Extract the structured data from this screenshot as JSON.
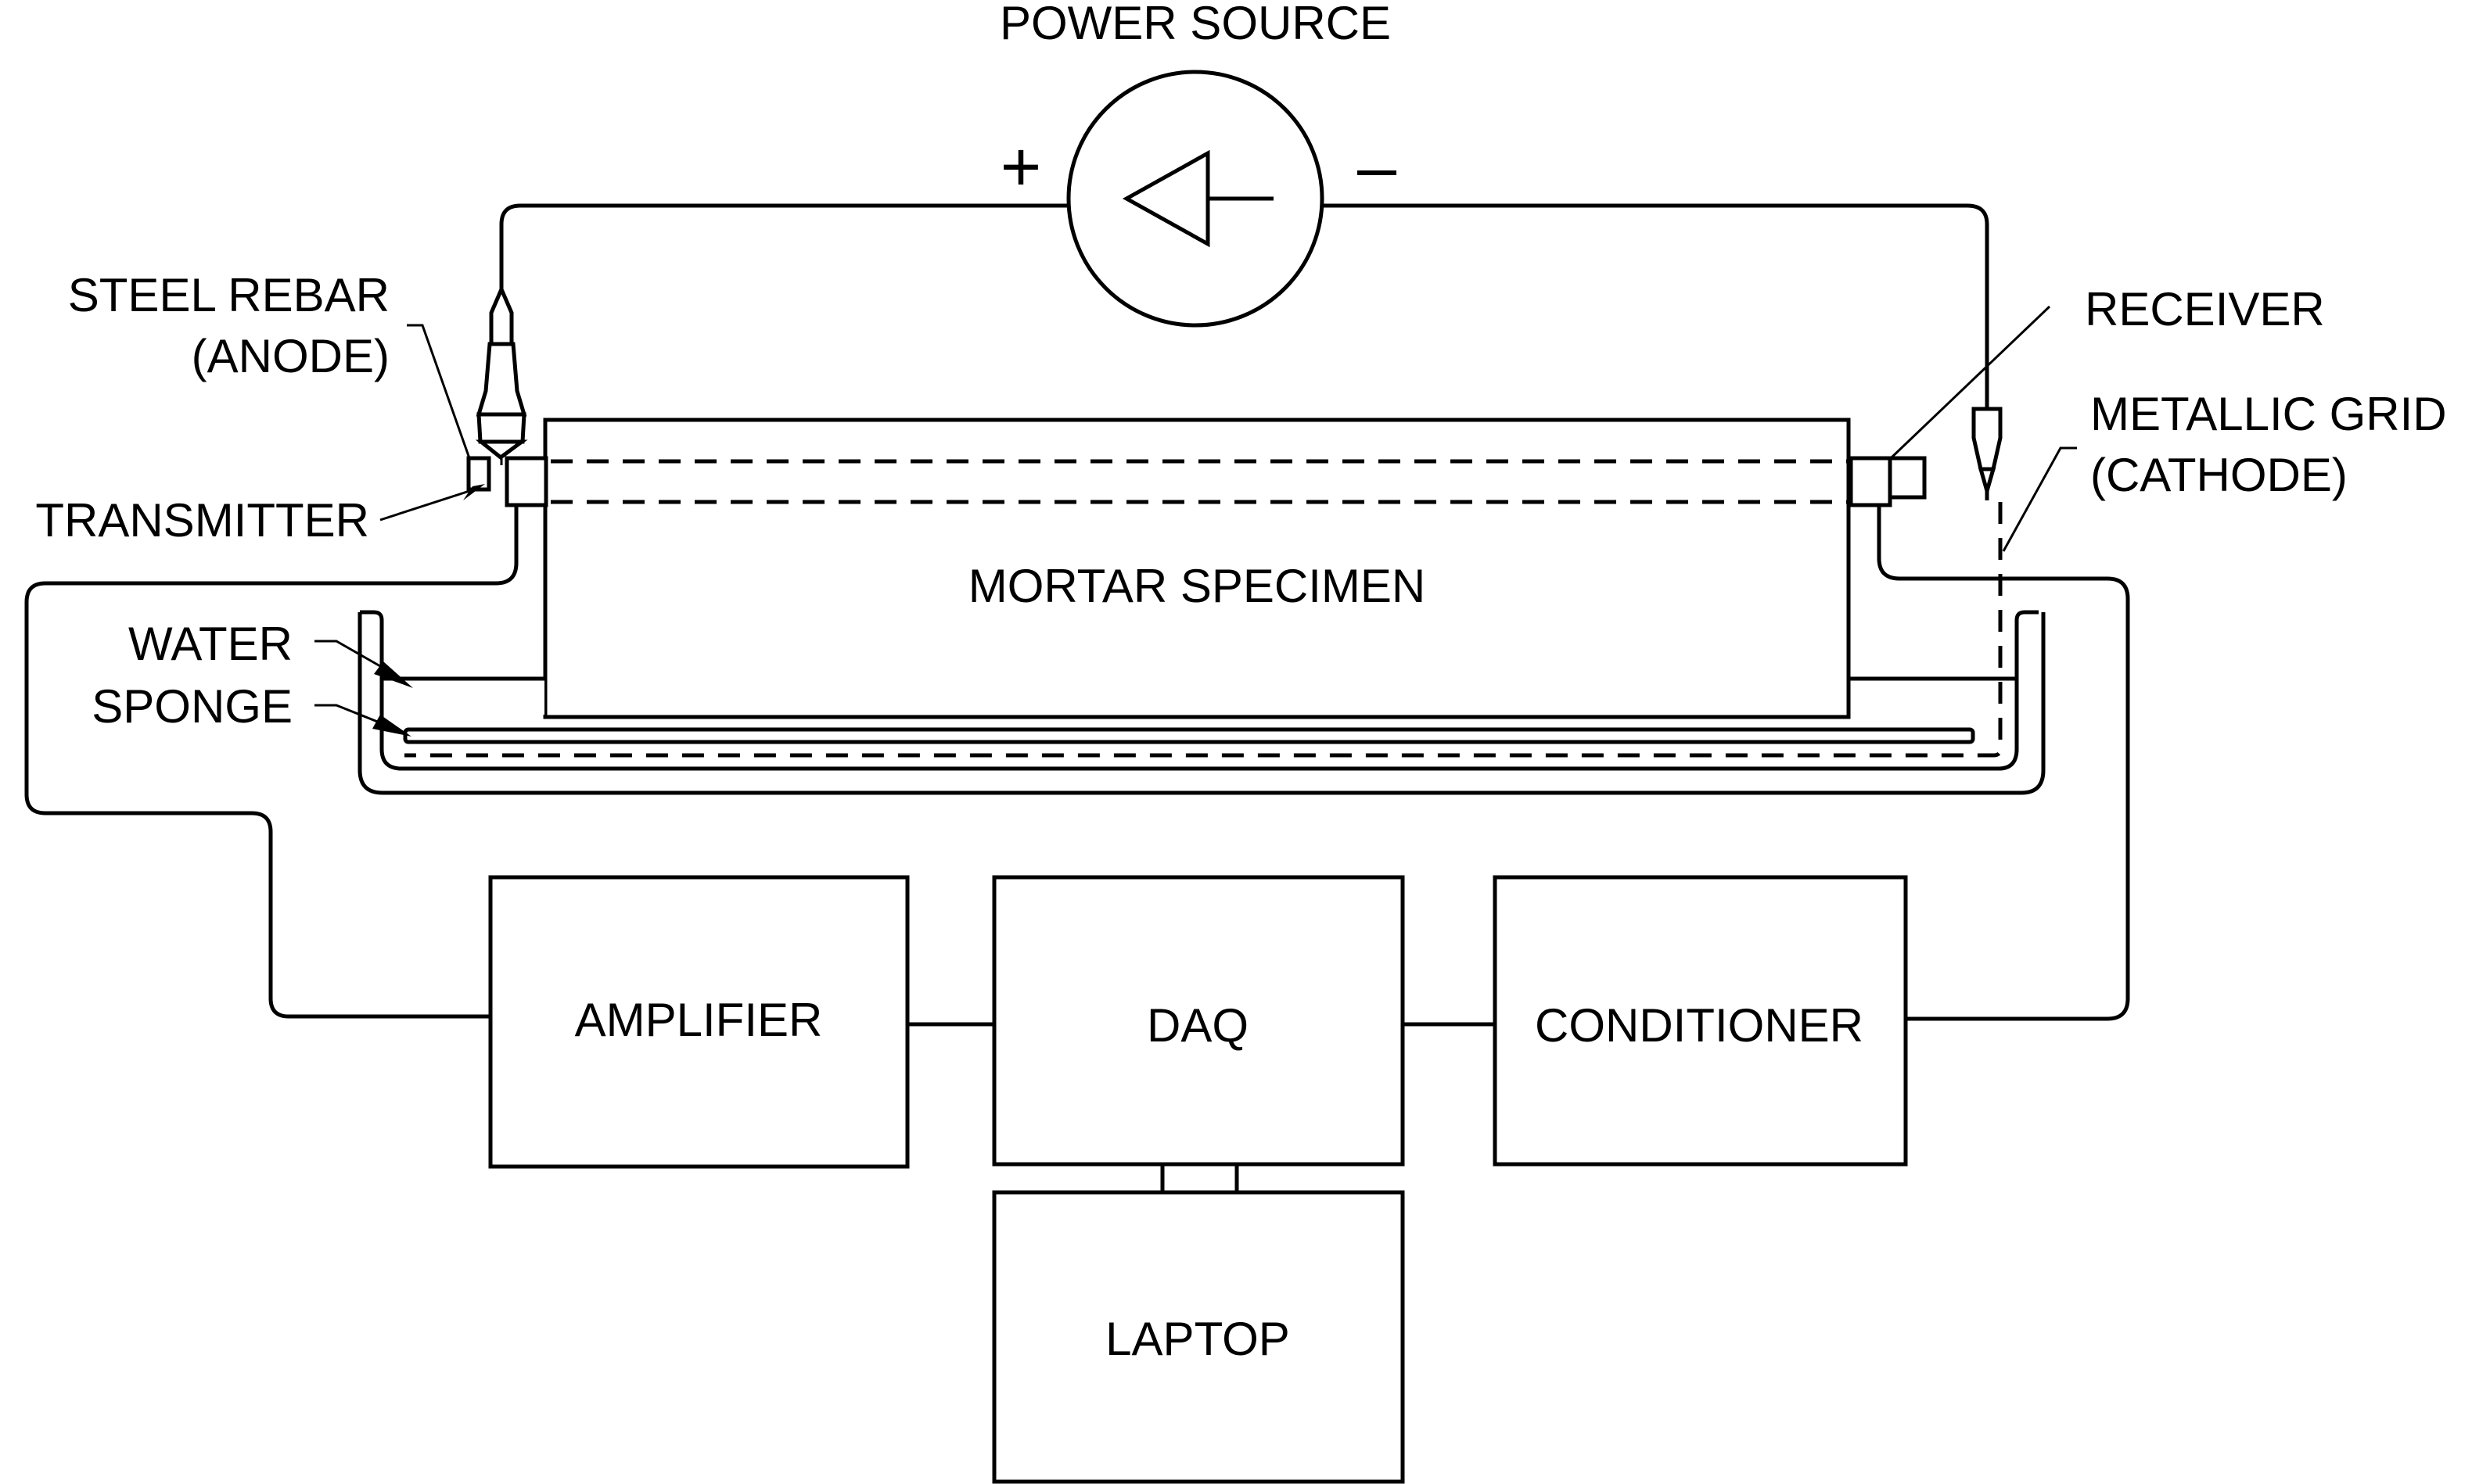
{
  "labels": {
    "power_source": "POWER SOURCE",
    "plus": "+",
    "minus": "–",
    "steel_rebar": "STEEL REBAR",
    "anode": "(ANODE)",
    "transmitter": "TRANSMITTER",
    "receiver": "RECEIVER",
    "metallic_grid": "METALLIC GRID",
    "cathode": "(CATHODE)",
    "mortar_specimen": "MORTAR SPECIMEN",
    "water": "WATER",
    "sponge": "SPONGE",
    "amplifier": "AMPLIFIER",
    "daq": "DAQ",
    "conditioner": "CONDITIONER",
    "laptop": "LAPTOP"
  }
}
